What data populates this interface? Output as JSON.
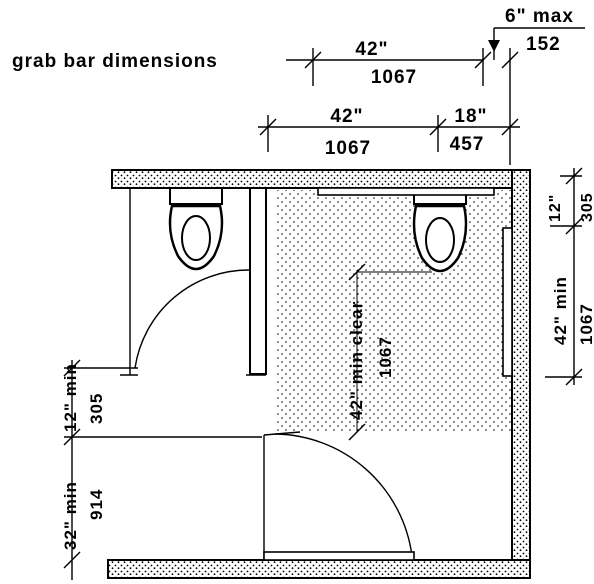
{
  "title": "grab bar dimensions",
  "dimensions": {
    "grab_bar_6_imperial": "6\" max",
    "grab_bar_6_metric": "152",
    "grab_bar_42_imperial": "42\"",
    "grab_bar_42_metric": "1067",
    "top_42_imperial": "42\"",
    "top_42_metric": "1067",
    "top_18_imperial": "18\"",
    "top_18_metric": "457",
    "right_12_imperial": "12\"",
    "right_12_metric": "305",
    "right_42_imperial": "42\" min",
    "right_42_metric": "1067",
    "center_clear_imperial": "42\" min clear",
    "center_clear_metric": "1067",
    "left_12_imperial": "12\" min",
    "left_12_metric": "305",
    "left_32_imperial": "32\" min",
    "left_32_metric": "914"
  }
}
